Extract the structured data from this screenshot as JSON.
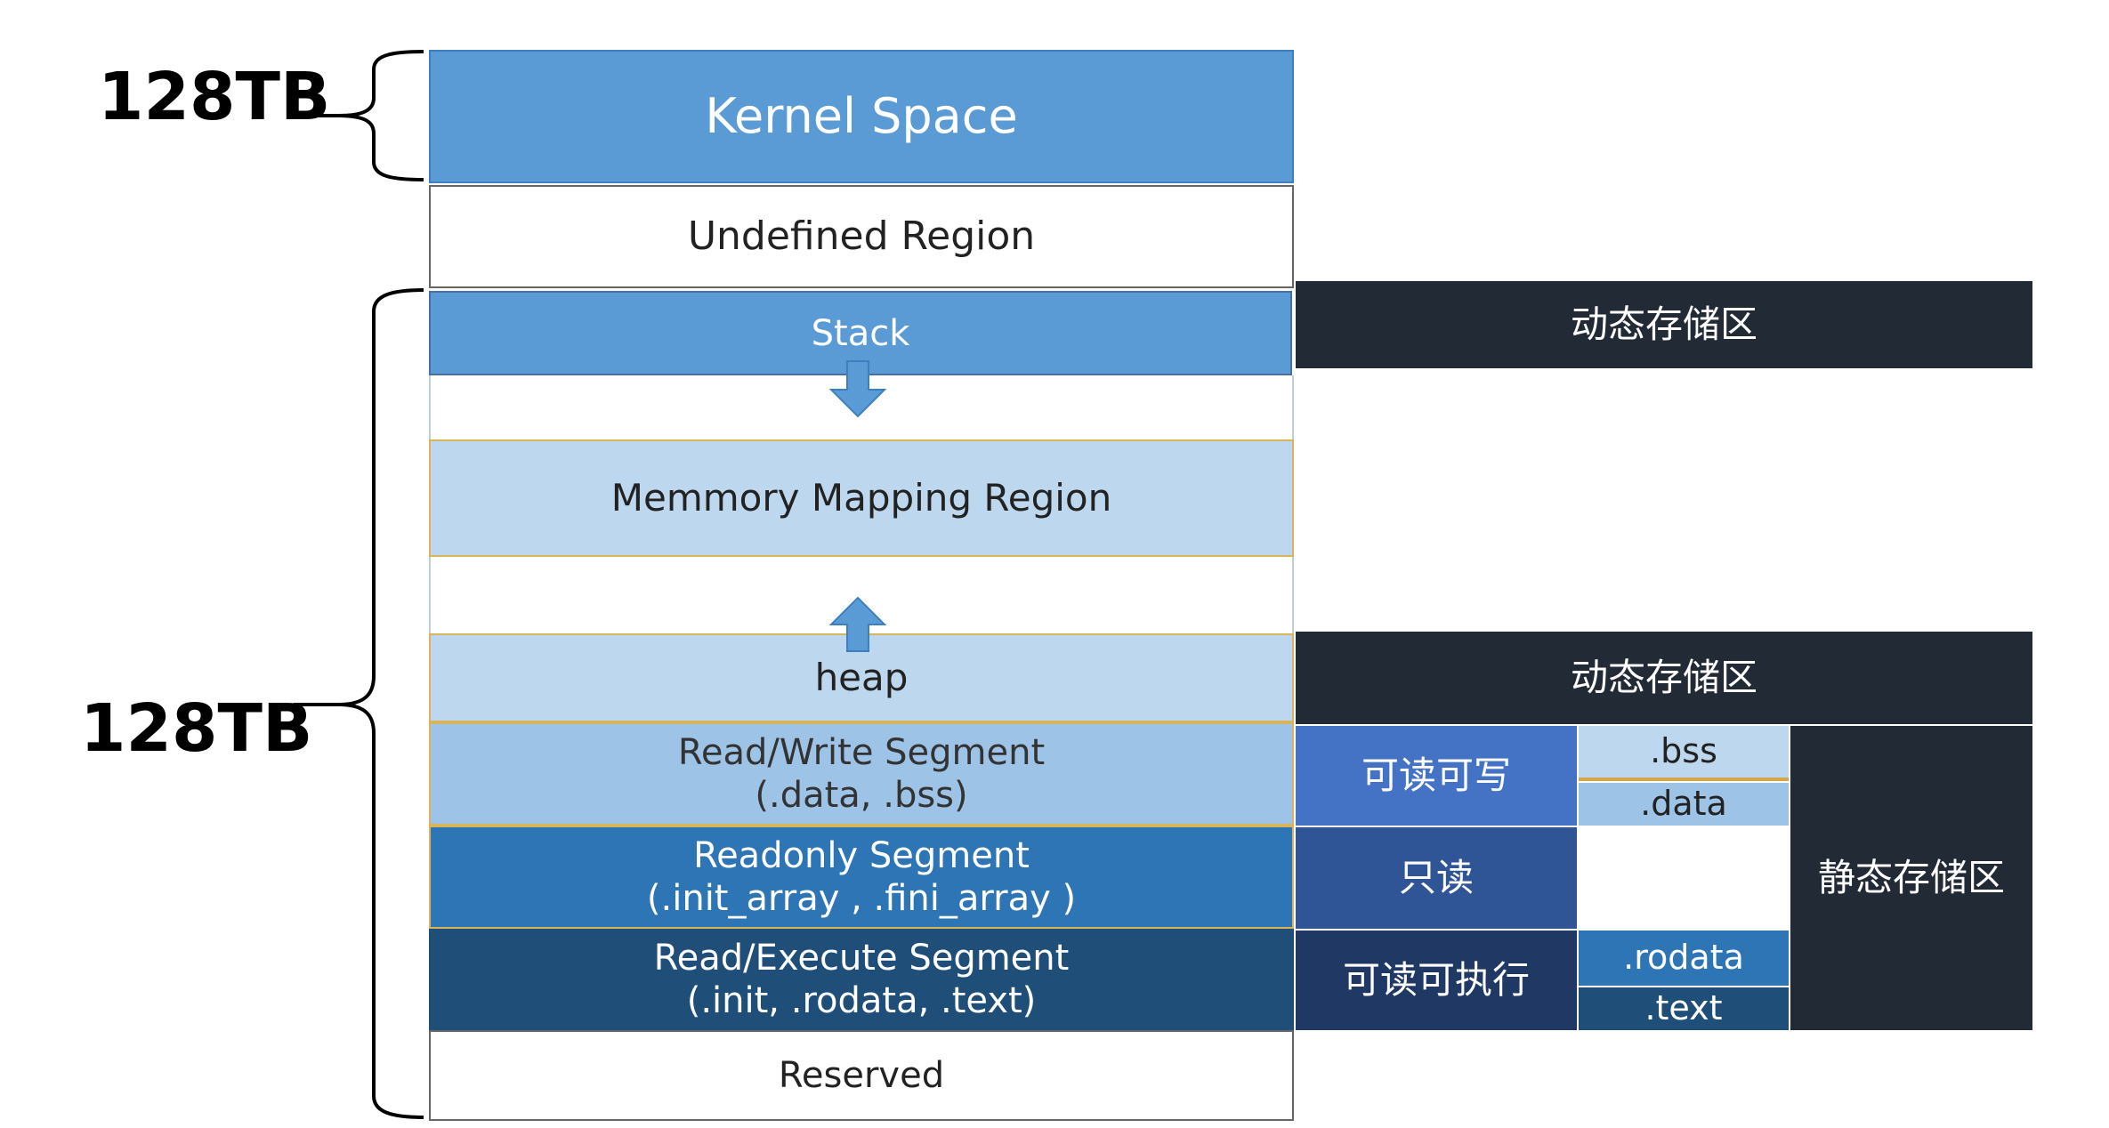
{
  "size_labels": {
    "top": "128TB",
    "bottom": "128TB"
  },
  "regions": {
    "kernel": "Kernel Space",
    "undefined": "Undefined Region",
    "stack": "Stack",
    "mmap": "Memmory Mapping Region",
    "heap": "heap",
    "rw_line1": "Read/Write Segment",
    "rw_line2": "(.data,  .bss)",
    "ro_line1": "Readonly Segment",
    "ro_line2": "(.init_array ,   .fini_array )",
    "rx_line1": "Read/Execute Segment",
    "rx_line2": "(.init,  .rodata,  .text)",
    "reserved": "Reserved"
  },
  "side": {
    "dynamic_1": "动态存储区",
    "dynamic_2": "动态存储区",
    "static": "静态存储区"
  },
  "permissions": {
    "read_write": "可读可写",
    "read_only": "只读",
    "read_execute": "可读可执行"
  },
  "sections": {
    "bss": ".bss",
    "data": ".data",
    "rodata": ".rodata",
    "text": ".text"
  },
  "colors": {
    "kernel": "#5b9bd5",
    "mmap_heap": "#bdd7ee",
    "rw": "#9dc3e6",
    "ro": "#2e75b6",
    "rx": "#1f4e79",
    "dark": "#222a35",
    "arrow": "#5b9bd5"
  },
  "icons": {
    "stack_growth": "arrow-down-icon",
    "heap_growth": "arrow-up-icon",
    "size_bracket": "curly-brace-icon"
  }
}
